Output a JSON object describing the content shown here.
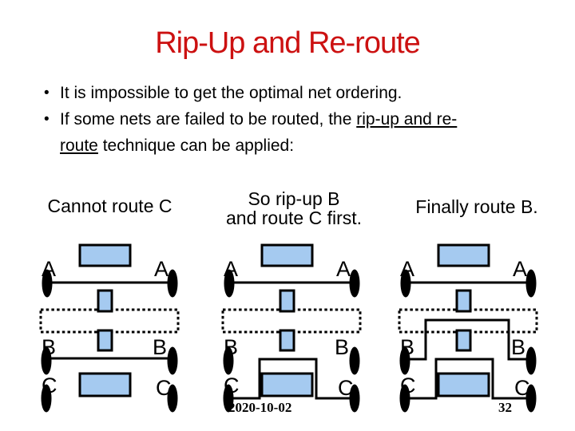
{
  "slide": {
    "title": "Rip-Up and Re-route",
    "bullet_char": "•",
    "bullets": {
      "b1": "It is impossible to get the optimal net ordering.",
      "b2_segments": [
        {
          "text": "If some nets are failed to be routed, the "
        },
        {
          "text": "rip-up and re-",
          "underline": true
        },
        {
          "br": true
        },
        {
          "text": "route",
          "underline": true
        },
        {
          "text": " technique can be applied:"
        }
      ]
    },
    "footer": {
      "date": "2020-10-02",
      "page": "32"
    }
  },
  "diagrams": [
    {
      "caption_lines": [
        "Cannot route C"
      ],
      "labels": {
        "a": "A",
        "b": "B",
        "c": "C"
      },
      "routed_nets": [
        "A",
        "B"
      ],
      "unrouted_nets": [
        "C"
      ]
    },
    {
      "caption_lines": [
        "So rip-up B",
        "and route C first."
      ],
      "labels": {
        "a": "A",
        "b": "B",
        "c": "C"
      },
      "routed_nets": [
        "A",
        "C"
      ],
      "unrouted_nets": [
        "B"
      ]
    },
    {
      "caption_lines": [
        "Finally route B."
      ],
      "labels": {
        "a": "A",
        "b": "B",
        "c": "C"
      },
      "routed_nets": [
        "A",
        "B",
        "C"
      ],
      "unrouted_nets": []
    }
  ],
  "colors": {
    "title_red": "#CC1111",
    "block_fill_blue": "#A5CAF0",
    "line_black": "#000000"
  }
}
